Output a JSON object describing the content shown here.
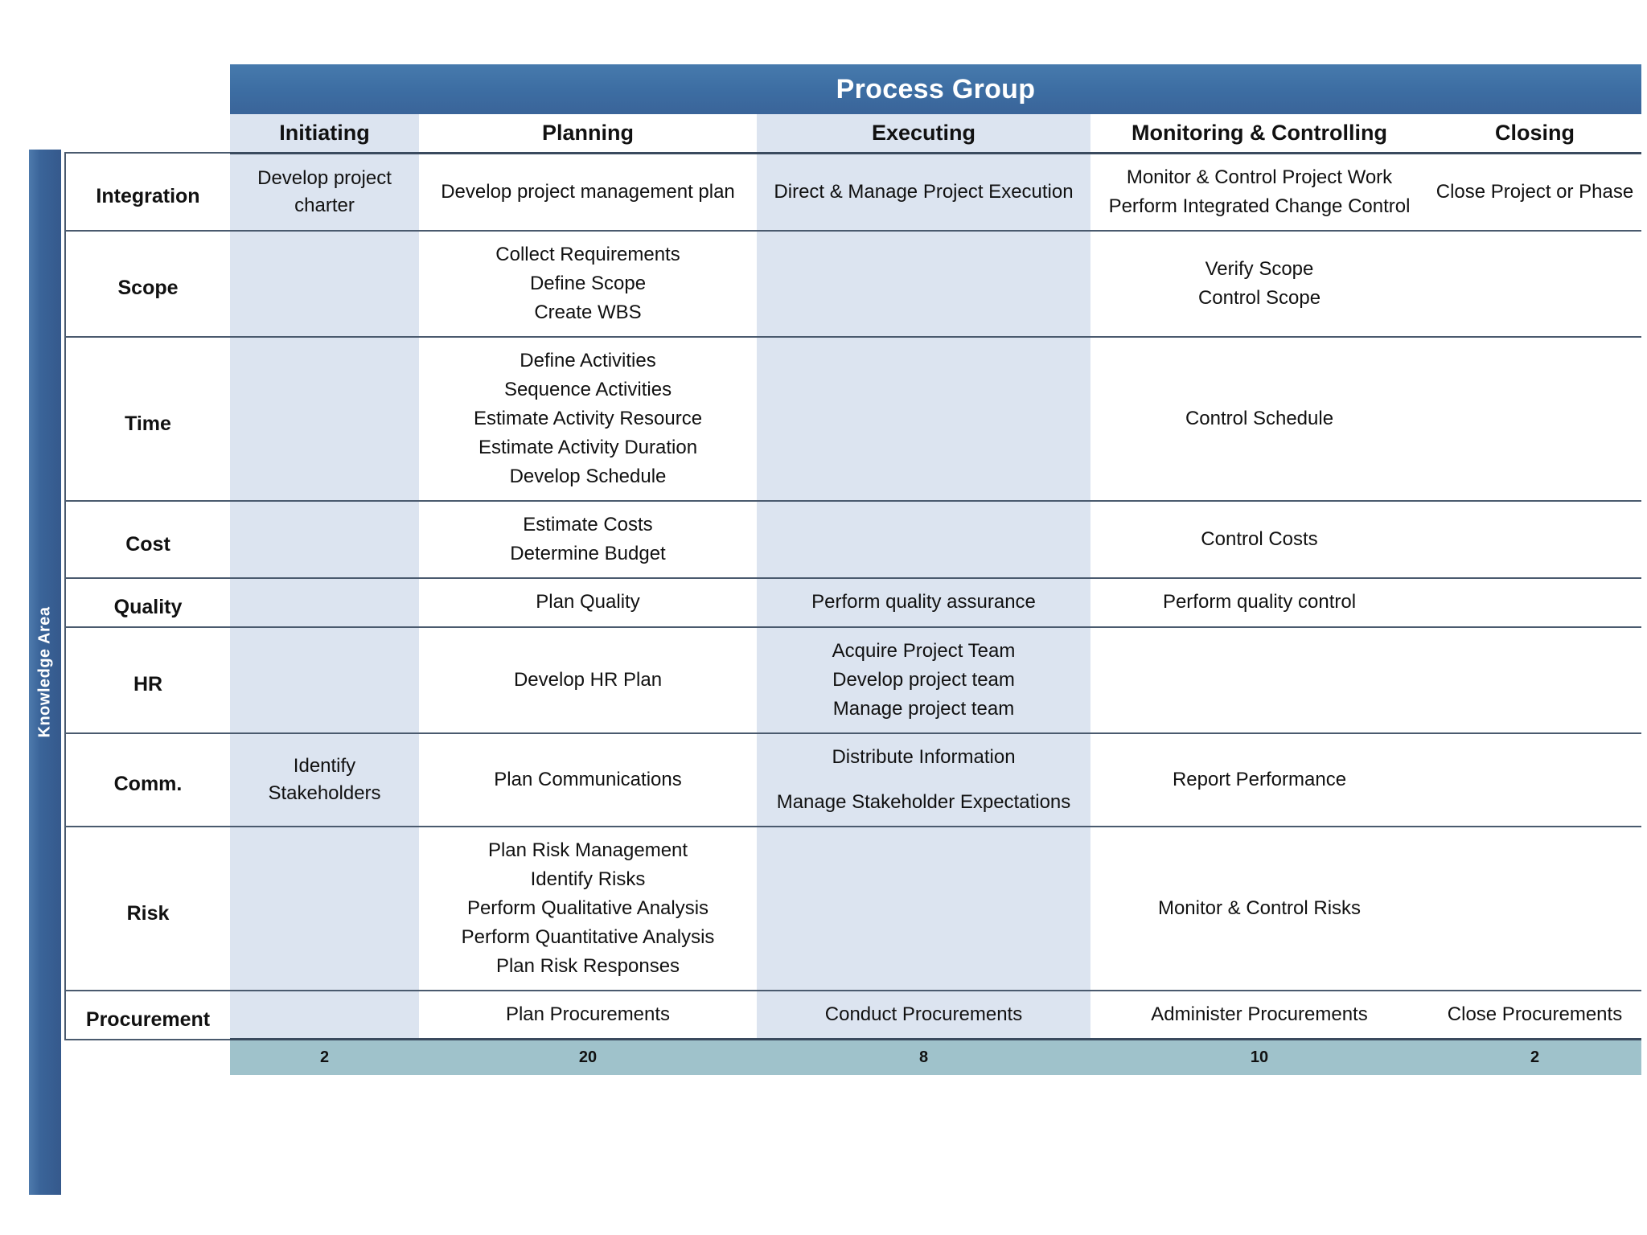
{
  "banner": {
    "title": "Process Group"
  },
  "side_label": {
    "text": "Knowledge Area"
  },
  "columns": [
    {
      "key": "initiating",
      "label": "Initiating",
      "tinted": true
    },
    {
      "key": "planning",
      "label": "Planning",
      "tinted": false
    },
    {
      "key": "executing",
      "label": "Executing",
      "tinted": true
    },
    {
      "key": "monitoring",
      "label": "Monitoring & Controlling",
      "tinted": false
    },
    {
      "key": "closing",
      "label": "Closing",
      "tinted": false
    }
  ],
  "rows": [
    {
      "area": "Integration",
      "initiating": [
        "Develop project charter"
      ],
      "planning": [
        "Develop project management plan"
      ],
      "executing": [
        "Direct & Manage Project Execution"
      ],
      "monitoring": [
        "Monitor & Control Project Work",
        "Perform Integrated Change Control"
      ],
      "closing": [
        "Close Project or Phase"
      ]
    },
    {
      "area": "Scope",
      "initiating": [],
      "planning": [
        "Collect Requirements",
        "Define Scope",
        "Create WBS"
      ],
      "executing": [],
      "monitoring": [
        "Verify Scope",
        "Control Scope"
      ],
      "closing": []
    },
    {
      "area": "Time",
      "initiating": [],
      "planning": [
        "Define Activities",
        "Sequence Activities",
        "Estimate Activity Resource",
        "Estimate Activity Duration",
        "Develop Schedule"
      ],
      "executing": [],
      "monitoring": [
        "Control Schedule"
      ],
      "closing": []
    },
    {
      "area": "Cost",
      "initiating": [],
      "planning": [
        "Estimate Costs",
        "Determine Budget"
      ],
      "executing": [],
      "monitoring": [
        "Control Costs"
      ],
      "closing": []
    },
    {
      "area": "Quality",
      "initiating": [],
      "planning": [
        "Plan Quality"
      ],
      "executing": [
        "Perform quality assurance"
      ],
      "monitoring": [
        "Perform quality control"
      ],
      "closing": []
    },
    {
      "area": "HR",
      "initiating": [],
      "planning": [
        "Develop HR Plan"
      ],
      "executing": [
        "Acquire Project Team",
        "Develop project team",
        "Manage project team"
      ],
      "monitoring": [],
      "closing": []
    },
    {
      "area": "Comm.",
      "initiating": [
        "Identify Stakeholders"
      ],
      "planning": [
        "Plan Communications"
      ],
      "executing": [
        "Distribute Information",
        "Manage Stakeholder Expectations"
      ],
      "monitoring": [
        "Report Performance"
      ],
      "closing": []
    },
    {
      "area": "Risk",
      "initiating": [],
      "planning": [
        "Plan Risk Management",
        "Identify Risks",
        "Perform Qualitative Analysis",
        "Perform Quantitative Analysis",
        "Plan Risk Responses"
      ],
      "executing": [],
      "monitoring": [
        "Monitor & Control Risks"
      ],
      "closing": []
    },
    {
      "area": "Procurement",
      "initiating": [],
      "planning": [
        "Plan Procurements"
      ],
      "executing": [
        "Conduct Procurements"
      ],
      "monitoring": [
        "Administer Procurements"
      ],
      "closing": [
        "Close Procurements"
      ]
    }
  ],
  "totals": {
    "initiating": "2",
    "planning": "20",
    "executing": "8",
    "monitoring": "10",
    "closing": "2"
  },
  "colors": {
    "banner_blue": "#3a6499",
    "column_tint": "#dce4f0",
    "totals_teal": "#9fc2cb",
    "grid_line": "#4a5a6e",
    "text": "#111111"
  }
}
